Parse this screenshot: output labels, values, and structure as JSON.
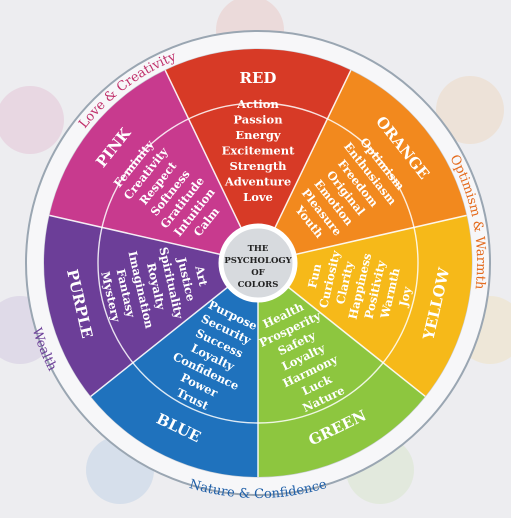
{
  "center": {
    "lines": [
      "THE",
      "PSYCHOLOGY",
      "OF",
      "COLORS"
    ]
  },
  "segments": [
    {
      "name": "RED",
      "color": "#d73a26",
      "words": [
        "Action",
        "Passion",
        "Energy",
        "Excitement",
        "Strength",
        "Adventure",
        "Love"
      ]
    },
    {
      "name": "ORANGE",
      "color": "#f2891e",
      "words": [
        "Optimism",
        "Enthusiasm",
        "Freedom",
        "Original",
        "Emotion",
        "Pleasure",
        "Youth"
      ]
    },
    {
      "name": "YELLOW",
      "color": "#f6b919",
      "words": [
        "Joy",
        "Warmth",
        "Positivity",
        "Happiness",
        "Clarity",
        "Curiosity",
        "Fun"
      ]
    },
    {
      "name": "GREEN",
      "color": "#8dc63f",
      "words": [
        "Nature",
        "Luck",
        "Harmony",
        "Loyalty",
        "Safety",
        "Prosperity",
        "Health"
      ]
    },
    {
      "name": "BLUE",
      "color": "#1f72bd",
      "words": [
        "Trust",
        "Power",
        "Confidence",
        "Loyalty",
        "Success",
        "Security",
        "Purpose"
      ]
    },
    {
      "name": "PURPLE",
      "color": "#6c3e98",
      "words": [
        "Mystery",
        "Fantasy",
        "Imagination",
        "Royalty",
        "Spirituality",
        "Justice",
        "Art"
      ]
    },
    {
      "name": "PINK",
      "color": "#c83a8e",
      "words": [
        "Feminity",
        "Creativity",
        "Respect",
        "Softness",
        "Gratitude",
        "Intuition",
        "Calm"
      ]
    }
  ],
  "ring_labels": [
    {
      "text": "Love & Creativity",
      "color": "#c0306a"
    },
    {
      "text": "Optimism & Warmth",
      "color": "#e46a1c"
    },
    {
      "text": "Nature & Confidence",
      "color": "#1f5fa8"
    },
    {
      "text": "Wealth",
      "color": "#6c3e98"
    }
  ]
}
